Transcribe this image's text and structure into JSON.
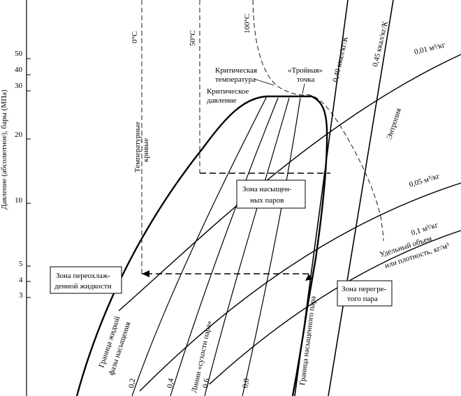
{
  "axis": {
    "y_label": "Давление (абсолютное), бары (МПа)",
    "y_ticks": [
      "50",
      "40",
      "30",
      "20",
      "10",
      "5",
      "4",
      "3"
    ]
  },
  "temperature": {
    "t0": "0°C",
    "t50": "50°C",
    "t100": "100°C",
    "caption_line1": "Температурные",
    "caption_line2": "кривые"
  },
  "critical": {
    "temp_line1": "Критическая",
    "temp_line2": "температура",
    "triple_line1": "«Тройная»",
    "triple_line2": "точка",
    "pressure_line1": "Критическое",
    "pressure_line2": "давление"
  },
  "entropy": {
    "e040": "0,40 ккал/кг/К",
    "e045": "0,45 ккал/кг/К",
    "caption": "Энтропия"
  },
  "volume": {
    "v001": "0,01 м³/кг",
    "v005": "0,05 м³/кг",
    "v01": "0,1 м³/кг",
    "caption_line1": "Удельный объем",
    "caption_line2": "или плотность, кг/м³"
  },
  "zones": {
    "saturated_line1": "Зона насыщен-",
    "saturated_line2": "ных паров",
    "subcooled_line1": "Зона переохлаж-",
    "subcooled_line2": "денной жидкости",
    "superheated_line1": "Зона перегре-",
    "superheated_line2": "того пара"
  },
  "boundaries": {
    "liquid_line1": "Граница жидкой",
    "liquid_line2": "фазы насыщения",
    "vapor": "Граница насыщенного пара",
    "dryness": "Линии «сухости пара»"
  },
  "quality": [
    "0,2",
    "0,4",
    "0,6",
    "0,8"
  ]
}
